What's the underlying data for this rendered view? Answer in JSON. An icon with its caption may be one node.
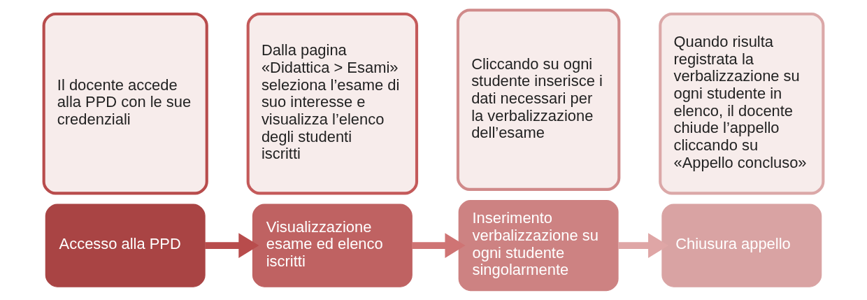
{
  "diagram": {
    "nodes": [
      {
        "text": [
          "Accesso alla PPD"
        ]
      },
      {
        "text": [
          "Il docente accede alla PPD con le sue credenziali"
        ]
      },
      {
        "text": [
          "Visualizzazione esame ed elenco iscritti"
        ]
      },
      {
        "text": [
          "Dalla pagina «Didattica > Esami» seleziona l’esame di suo interesse e visualizza l’elenco degli studenti iscritti"
        ]
      },
      {
        "text": [
          "Inserimento verbalizzazione su ogni studente singolarmente"
        ]
      },
      {
        "text": [
          "Cliccando su ogni studente inserisce i dati necessari per la verbalizzazione dell’esame"
        ]
      },
      {
        "text": [
          "Chiusura appello"
        ]
      },
      {
        "text": [
          "Quando risulta registrata la verbalizzazione su ogni studente in elenco, il docente chiude l’appello cliccando su «Appello concluso»"
        ]
      }
    ],
    "edges": [
      {
        "from": 0,
        "to": 2,
        "arrow": "to",
        "color": "#b84c4c"
      },
      {
        "from": 2,
        "to": 4,
        "arrow": "to",
        "color": "#cf7474"
      },
      {
        "from": 4,
        "to": 6,
        "arrow": "to",
        "color": "#dfa6a6"
      }
    ]
  }
}
